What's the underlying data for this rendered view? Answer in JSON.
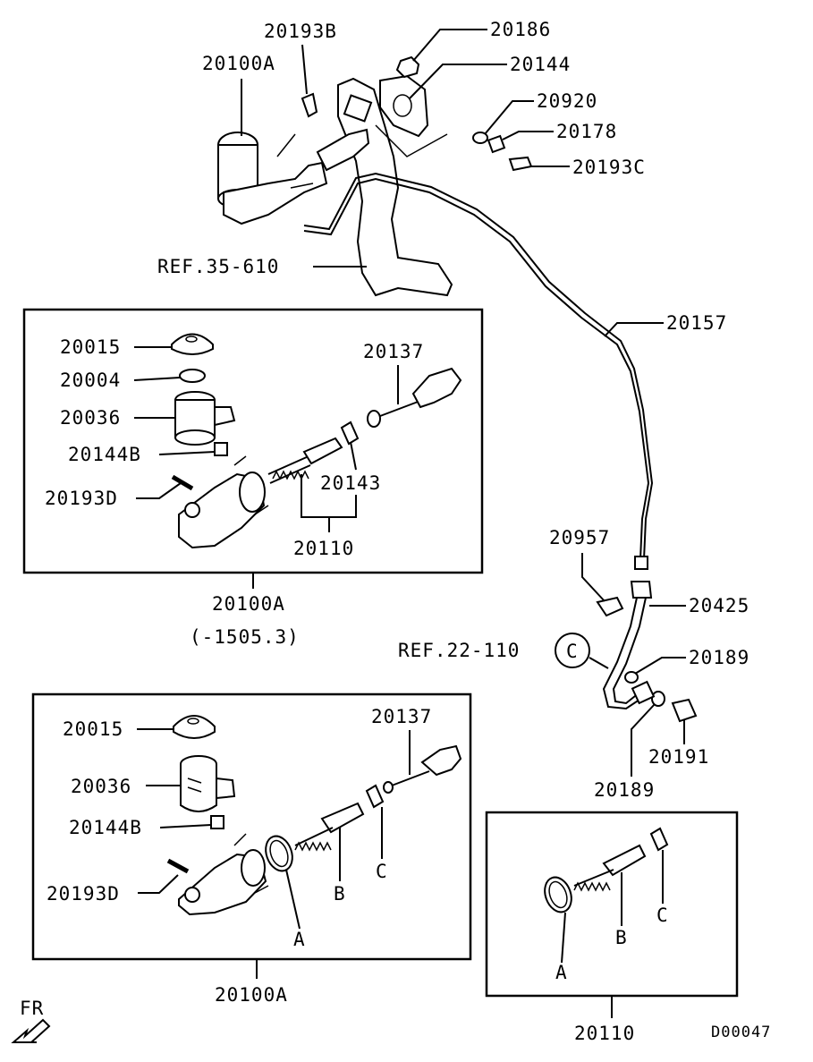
{
  "labels": {
    "p20193B": "20193B",
    "p20186": "20186",
    "p20100A_top": "20100A",
    "p20144": "20144",
    "p20920": "20920",
    "p20178": "20178",
    "p20193C": "20193C",
    "ref35": "REF.35-610",
    "p20157": "20157",
    "b1_20015": "20015",
    "b1_20004": "20004",
    "b1_20036": "20036",
    "b1_20144B": "20144B",
    "b1_20193D": "20193D",
    "b1_20137": "20137",
    "b1_20143": "20143",
    "b1_20110": "20110",
    "b1_caption": "20100A",
    "b1_range": "(-1505.3)",
    "p20957": "20957",
    "p20425": "20425",
    "ref22": "REF.22-110",
    "circleC": "C",
    "p20189a": "20189",
    "p20191": "20191",
    "p20189b": "20189",
    "b2_20015": "20015",
    "b2_20036": "20036",
    "b2_20144B": "20144B",
    "b2_20193D": "20193D",
    "b2_20137": "20137",
    "b2_A": "A",
    "b2_B": "B",
    "b2_C": "C",
    "b2_caption": "20100A",
    "b3_A": "A",
    "b3_B": "B",
    "b3_C": "C",
    "b3_caption": "20110",
    "fr": "FR",
    "code": "D00047"
  }
}
